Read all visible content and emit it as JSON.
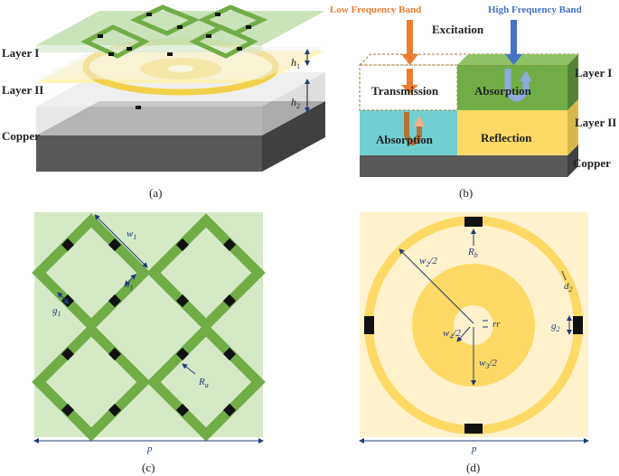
{
  "panel_a": {
    "caption": "(a)",
    "layer1": "Layer I",
    "layer2": "Layer II",
    "copper": "Copper",
    "h1": "h",
    "h1_sub": "1",
    "h2": "h",
    "h2_sub": "2"
  },
  "panel_b": {
    "caption": "(b)",
    "low_band": "Low Frequency Band",
    "high_band": "High Frequency Band",
    "excitation": "Excitation",
    "transmission": "Transmission",
    "absorption_high": "Absorption",
    "absorption_low": "Absorption",
    "reflection": "Reflection",
    "layer1": "Layer I",
    "layer2": "Layer II",
    "copper": "Copper",
    "colors": {
      "low": "#ed7d31",
      "high": "#4472c4",
      "green": "#70ad47",
      "teal": "#72cfd1",
      "yellow": "#ffd966",
      "copper": "#595959"
    }
  },
  "panel_c": {
    "caption": "(c)",
    "w1": "w",
    "w1_sub": "1",
    "d1": "d",
    "d1_sub": "1",
    "g1": "g",
    "g1_sub": "1",
    "Ra": "R",
    "Ra_sub": "a",
    "p": "p"
  },
  "panel_d": {
    "caption": "(d)",
    "Rb": "R",
    "Rb_sub": "b",
    "w2": "w",
    "w2_sub": "2",
    "w2_div": "/2",
    "d2": "d",
    "d2_sub": "2",
    "rr": "rr",
    "g2": "g",
    "g2_sub": "2",
    "w3": "w",
    "w3_sub": "3",
    "w3_div": "/2",
    "w4": "w",
    "w4_sub": "4",
    "w4_div": "/2",
    "p": "p"
  }
}
